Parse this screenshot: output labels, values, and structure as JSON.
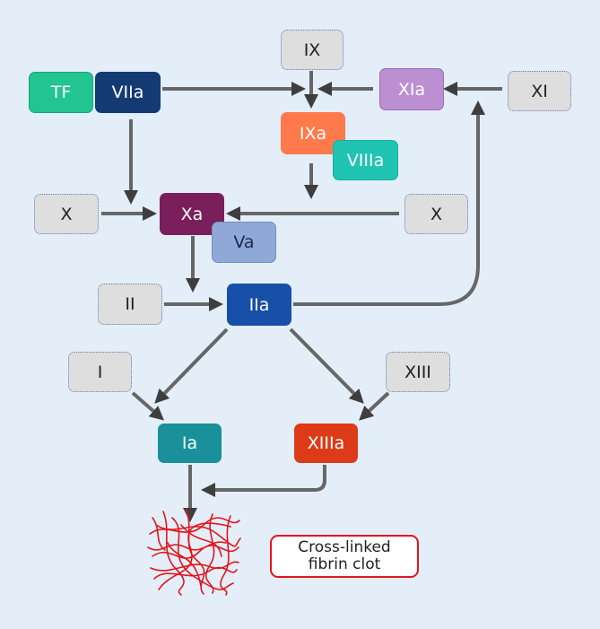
{
  "nodes": {
    "tf": "TF",
    "viia": "VIIa",
    "ix": "IX",
    "xia": "XIa",
    "xi": "XI",
    "ixa": "IXa",
    "viiia": "VIIIa",
    "x_left": "X",
    "xa": "Xa",
    "x_right": "X",
    "va": "Va",
    "ii": "II",
    "iia": "IIa",
    "i": "I",
    "xiii": "XIII",
    "ia": "Ia",
    "xiiia": "XIIIa"
  },
  "clot_label": {
    "line1": "Cross-linked",
    "line2": "fibrin clot"
  },
  "colors": {
    "background": "#e3eef9",
    "inactive_fill": "#dedede",
    "tf": "#22c48f",
    "viia": "#143a74",
    "xia": "#bb8fd2",
    "ixa": "#ff7a4a",
    "viiia": "#1fc4b2",
    "xa": "#7a1f5c",
    "va": "#8fa8d8",
    "iia": "#184fa8",
    "ia": "#19909a",
    "xiiia": "#dd3a18",
    "arrow": "#666666",
    "clot": "#e2151b"
  }
}
